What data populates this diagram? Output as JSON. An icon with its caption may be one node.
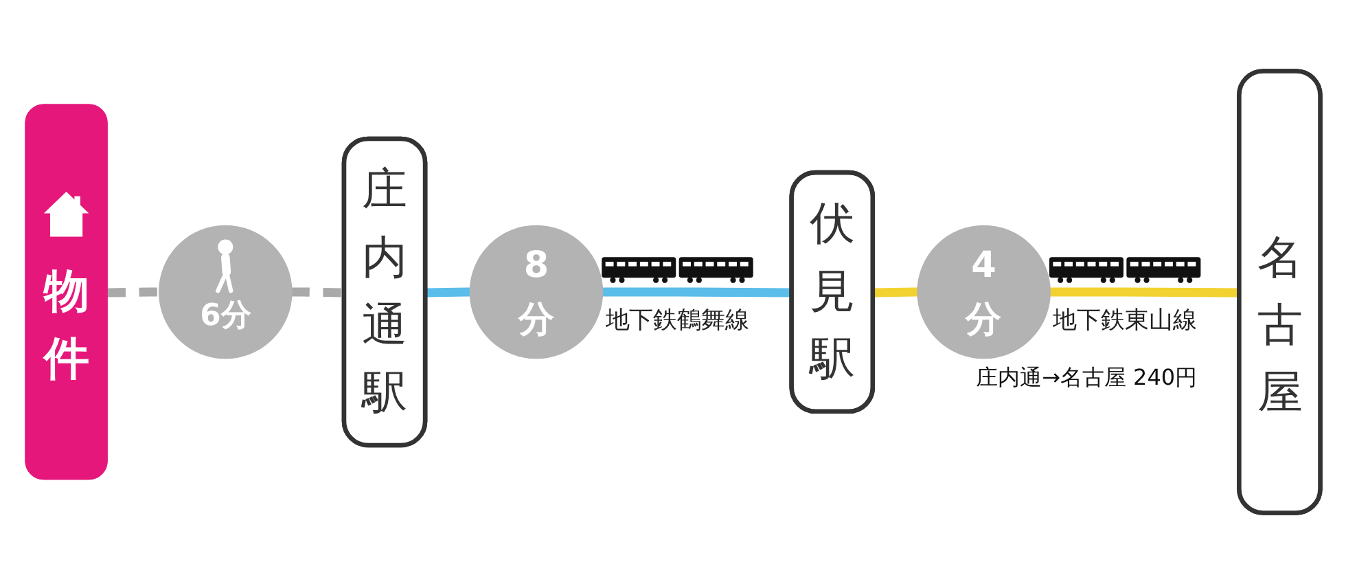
{
  "diagram": {
    "nodes": [
      {
        "text": [
          "物件"
        ]
      },
      {
        "text": [
          "6分"
        ]
      },
      {
        "text": [
          "庄内通駅"
        ]
      },
      {
        "text": [
          "8分"
        ]
      },
      {
        "text": [
          "伏見駅"
        ]
      },
      {
        "text": [
          "4分"
        ]
      },
      {
        "text": [
          "名古屋"
        ]
      }
    ],
    "edges": [
      {
        "from": 0,
        "to": 1,
        "arrow": "none",
        "style": "dashed",
        "color": "#a9a9a9"
      },
      {
        "from": 1,
        "to": 2,
        "arrow": "none",
        "style": "dashed",
        "color": "#a9a9a9"
      },
      {
        "from": 2,
        "to": 3,
        "arrow": "none",
        "color": "#5bbdea"
      },
      {
        "from": 3,
        "to": 4,
        "arrow": "none",
        "label": "地下鉄鶴舞線",
        "color": "#5bbdea"
      },
      {
        "from": 4,
        "to": 5,
        "arrow": "none",
        "color": "#f2d230"
      },
      {
        "from": 5,
        "to": 6,
        "arrow": "none",
        "label": "地下鉄東山線",
        "color": "#f2d230"
      }
    ],
    "labels": [
      "庄内通→名古屋 240円"
    ]
  }
}
